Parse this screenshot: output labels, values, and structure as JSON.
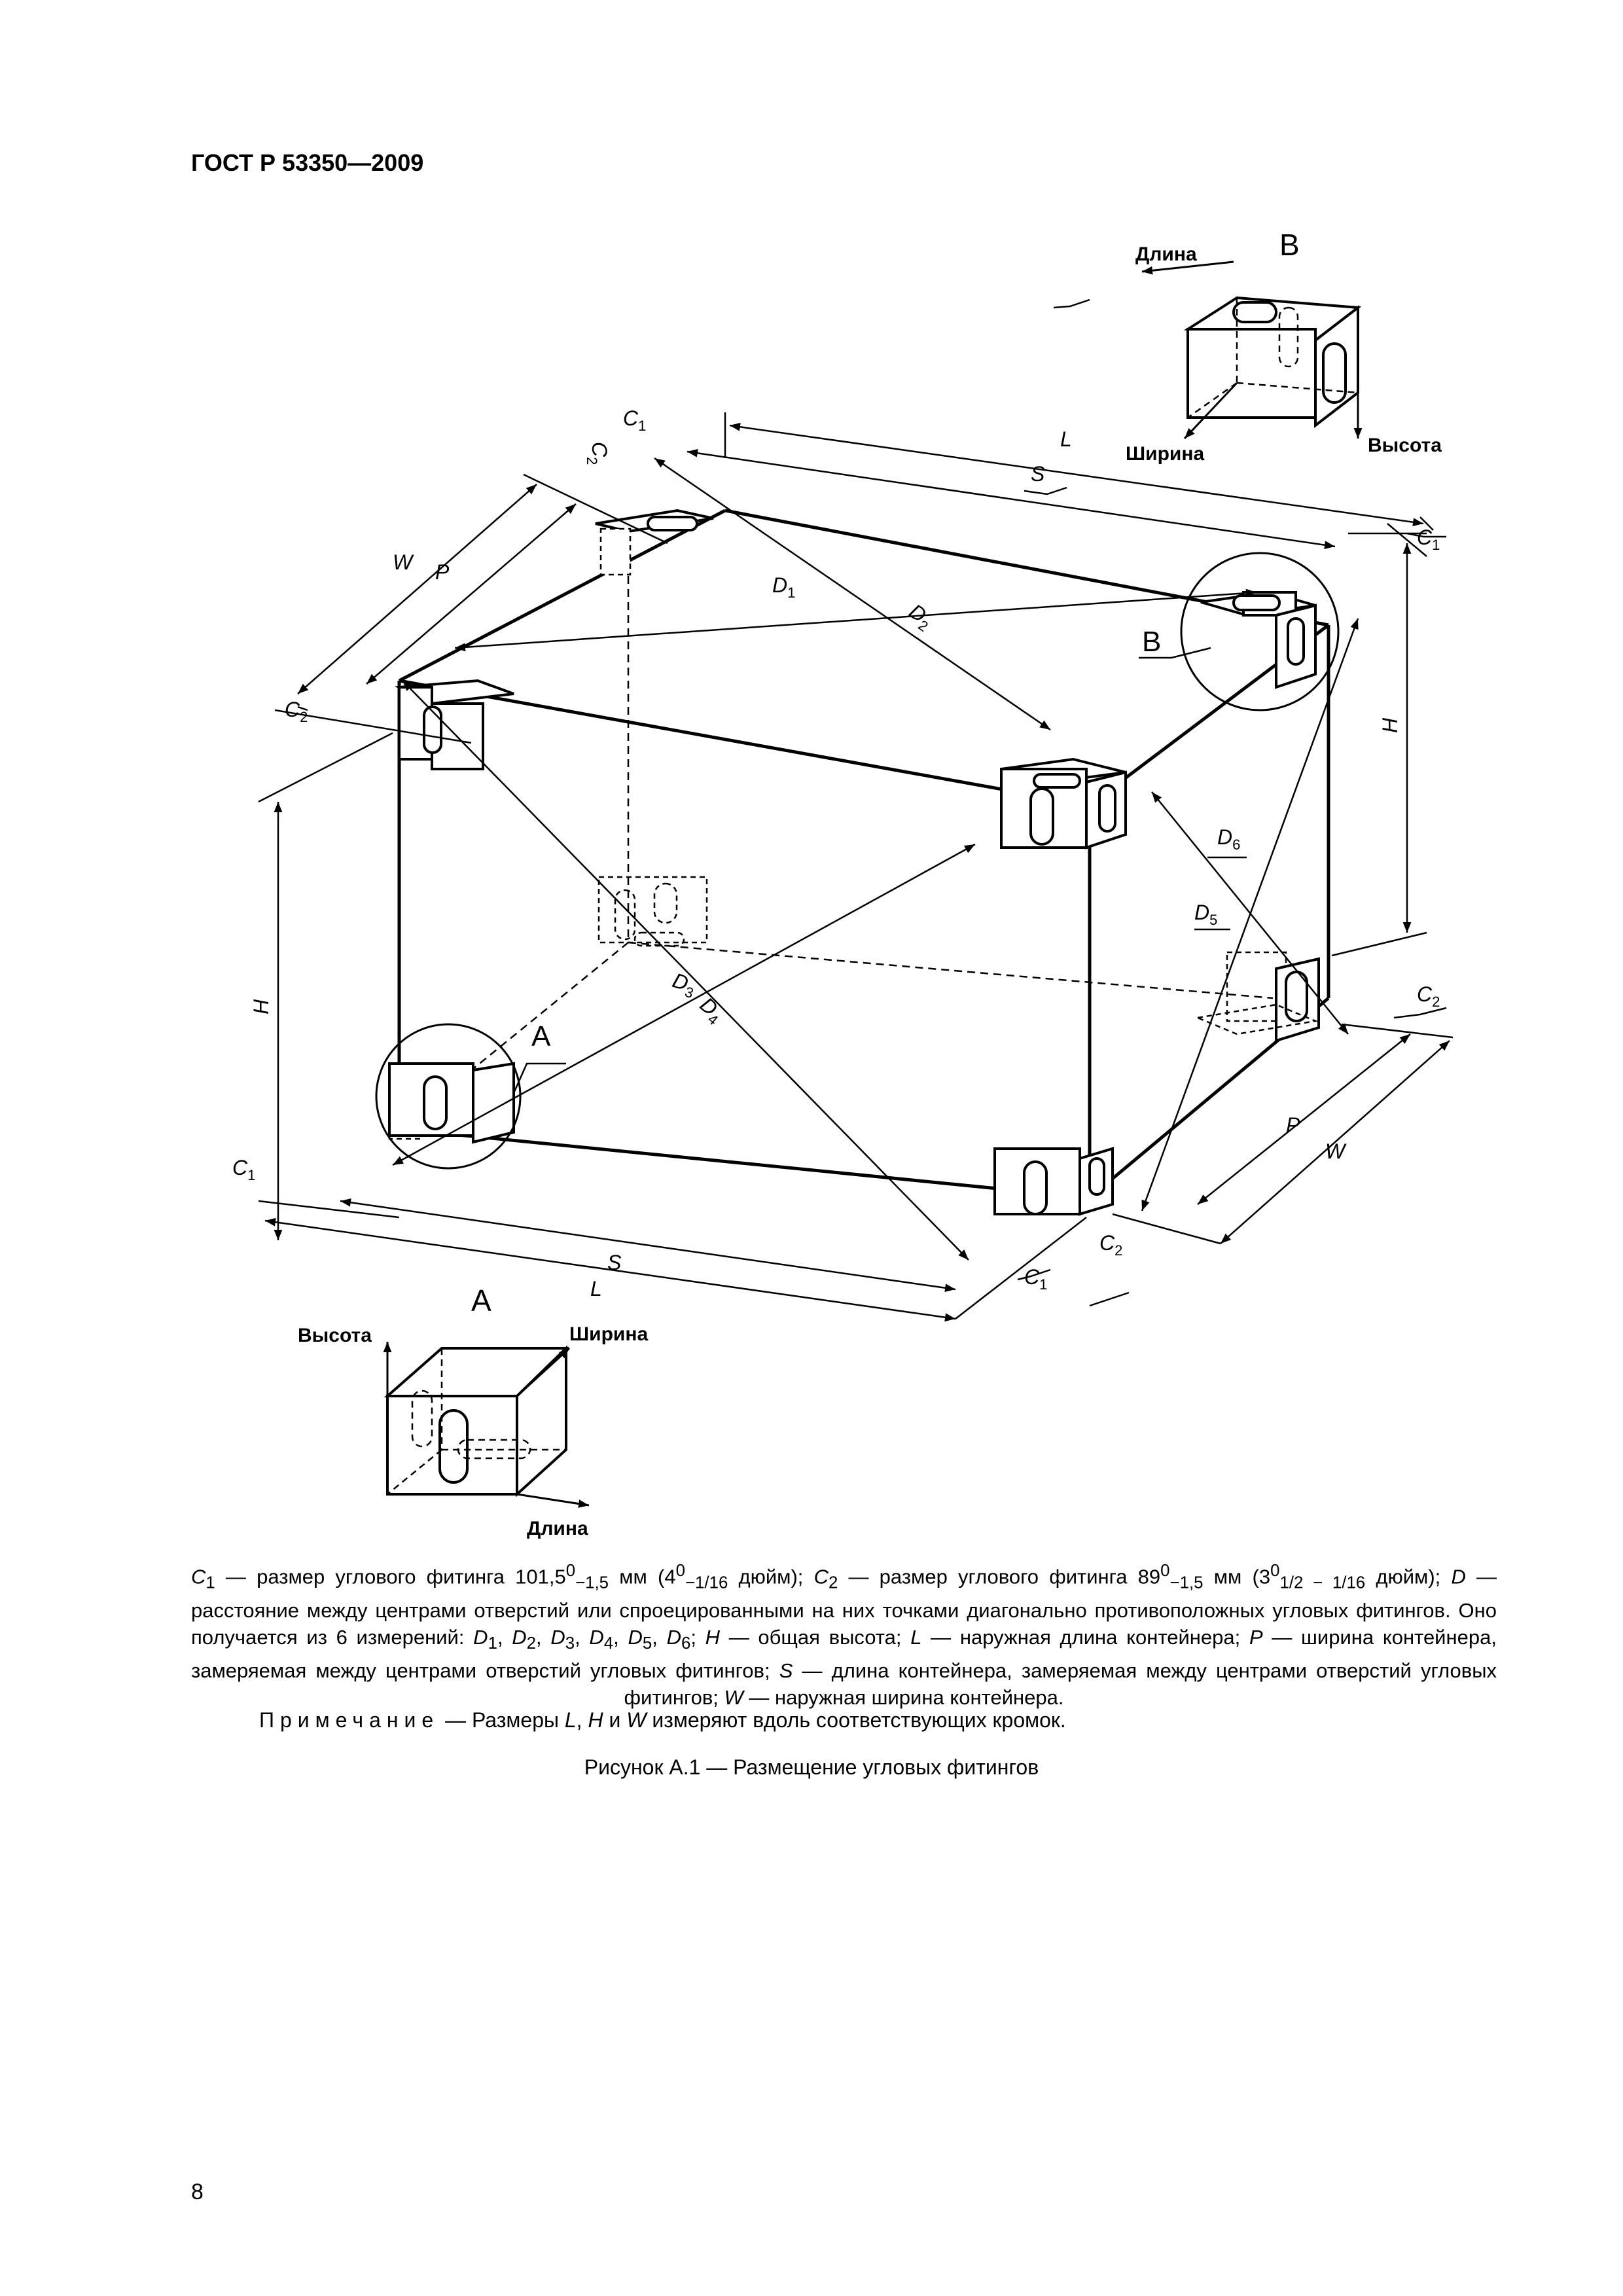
{
  "header": {
    "standard": "ГОСТ Р 53350—2009"
  },
  "figure": {
    "callouts": {
      "a": "A",
      "b": "B"
    },
    "dimensions": {
      "l": "L",
      "s": "S",
      "w": "W",
      "p": "P",
      "h": "H",
      "c1_main": "C",
      "c1_sub": "1",
      "c2_main": "C",
      "c2_sub": "2",
      "d": "D",
      "d1_sub": "1",
      "d2_sub": "2",
      "d3_sub": "3",
      "d4_sub": "4",
      "d5_sub": "5",
      "d6_sub": "6"
    },
    "detail_a": {
      "title": "A",
      "height_label": "Высота",
      "width_label": "Ширина",
      "length_label": "Длина"
    },
    "detail_b": {
      "title": "B",
      "length_label": "Длина",
      "width_label": "Ширина",
      "height_label": "Высота"
    }
  },
  "legend": {
    "c1_sym": "C",
    "c1_sub": "1",
    "c1_text": " — размер углового фитинга 101,5",
    "c1_tol_up": "0",
    "c1_tol_down": "−1,5",
    "c1_text2": " мм (4",
    "c1_inch_up": "0",
    "c1_inch_down": "−1/16",
    "c1_text3": " дюйм); ",
    "c2_sym": "C",
    "c2_sub": "2",
    "c2_text": " — размер углового фитинга 89",
    "c2_tol_up": "0",
    "c2_tol_down": "−1,5",
    "c2_text2": " мм (3",
    "c2_inch_up": "0",
    "c2_inch_down": "1/2 − 1/16",
    "c2_text3": " дюйм); ",
    "d_sym": "D",
    "d_text": " — расстояние между центрами отверстий или спроецированными на них точками диагонально противоположных угловых фитингов. Оно получается из 6 измерений: ",
    "dlist_sym": "D",
    "dlist_subs": [
      "1",
      "2",
      "3",
      "4",
      "5",
      "6"
    ],
    "h_sym": "H",
    "h_text": " — общая высота; ",
    "l_sym": "L",
    "l_text": " — наружная длина контейнера; ",
    "p_sym": "P",
    "p_text": " — ширина контейнера, замеряемая между центрами отверстий угловых фитингов; ",
    "s_sym": "S",
    "s_text": " — длина контейнера, замеряемая между центрами отверстий угловых фитингов; ",
    "w_sym": "W",
    "w_text": " — наружная ширина контейнера."
  },
  "note": {
    "label": "Примечание",
    "text1": " — Размеры ",
    "l": "L",
    "sep1": ", ",
    "h": "H",
    "sep2": " и ",
    "w": "W",
    "text2": " измеряют вдоль соответствующих кромок."
  },
  "caption": {
    "text": "Рисунок А.1 — Размещение угловых фитингов"
  },
  "page_number": "8"
}
